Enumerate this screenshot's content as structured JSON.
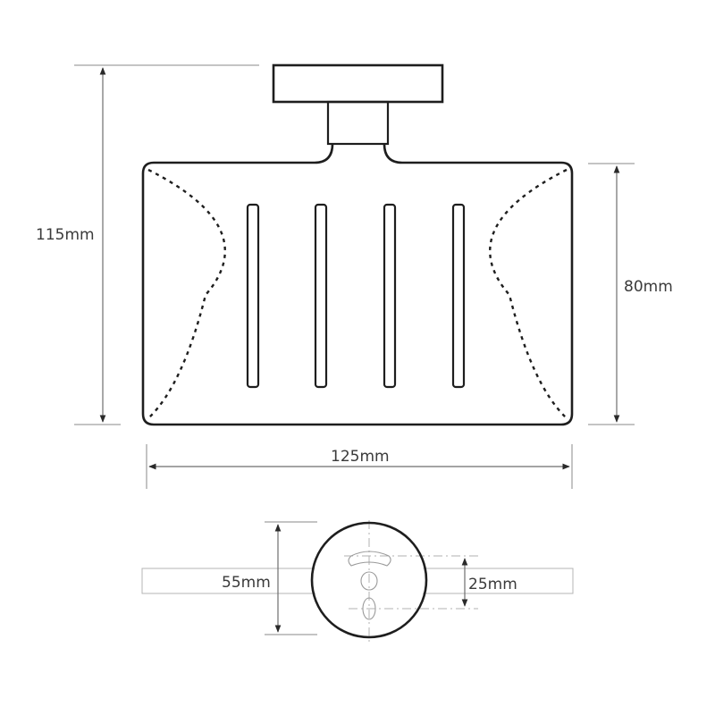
{
  "drawing": {
    "subject": "wall-mounted soap dish with grated tray",
    "front_view": {
      "dimensions": {
        "total_height": "115mm",
        "tray_height": "80mm",
        "tray_width": "125mm"
      },
      "slot_count": 4
    },
    "mount_view": {
      "dimensions": {
        "mount_diameter": "55mm",
        "hole_spacing": "25mm"
      }
    }
  }
}
